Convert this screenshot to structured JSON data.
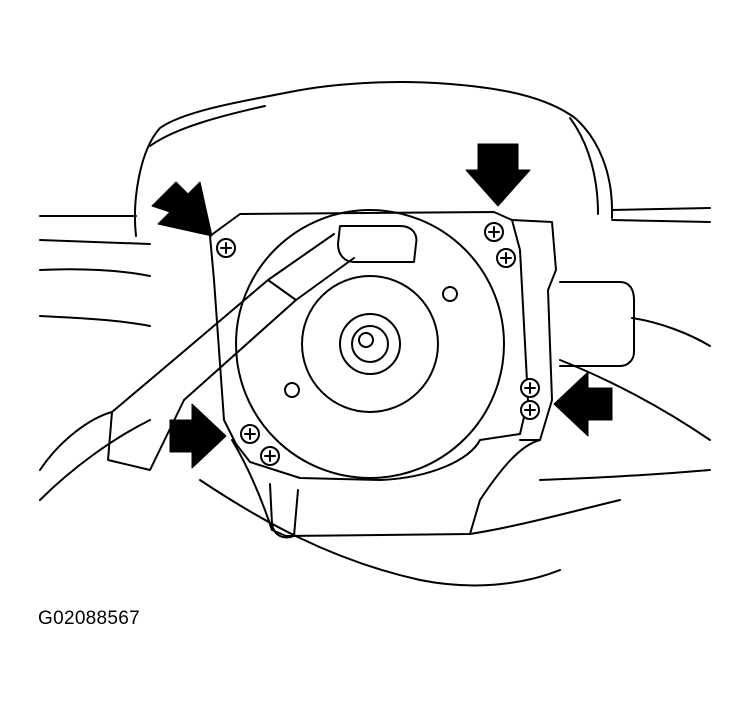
{
  "figure": {
    "caption": "G02088567",
    "colors": {
      "line": "#000000",
      "background": "#ffffff",
      "arrow": "#000000"
    },
    "arrows": [
      {
        "name": "arrow-upper-left",
        "direction": "down-right"
      },
      {
        "name": "arrow-upper-right",
        "direction": "down"
      },
      {
        "name": "arrow-lower-left",
        "direction": "right"
      },
      {
        "name": "arrow-lower-right",
        "direction": "left"
      }
    ]
  }
}
